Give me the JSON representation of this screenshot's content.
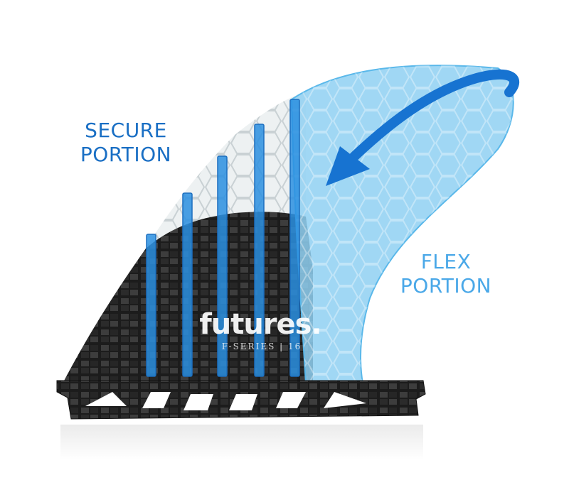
{
  "colors": {
    "secure_text": "#1a6fc4",
    "flex_text": "#4aa8e8",
    "flex_fill": "#8fd0f2",
    "arrow": "#1773d1",
    "carbon_dark": "#1c1c1c",
    "carbon_light": "#4a4a4a",
    "rod": "#2a8fe0",
    "glass": "#e9eef0"
  },
  "secure_label": {
    "line1": "SECURE",
    "line2": "PORTION"
  },
  "flex_label": {
    "line1": "FLEX",
    "line2": "PORTION"
  },
  "brand": {
    "logo": "futures.",
    "series": "F-SERIES  |  16"
  },
  "icons": {
    "arrow": "curved-arrow-icon"
  }
}
